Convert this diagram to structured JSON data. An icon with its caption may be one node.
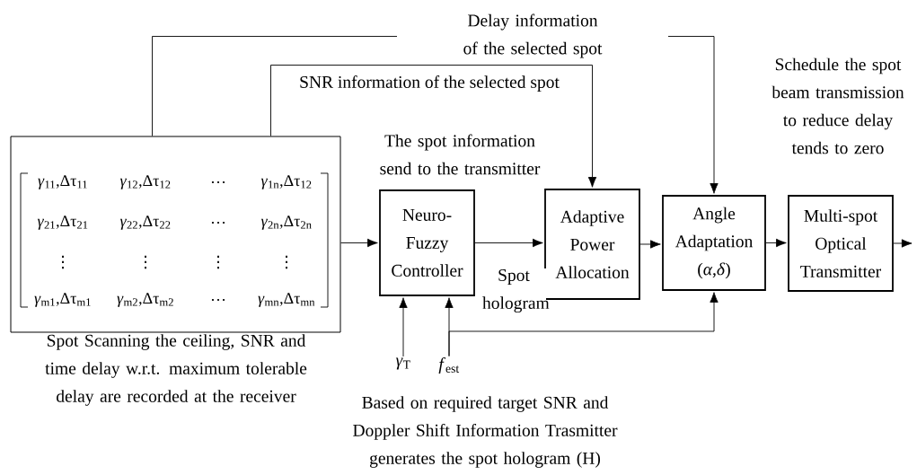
{
  "diagram": {
    "nodes": [
      {
        "text": [
          "*γ*$_{11}$,Δτ$_{11}$",
          "*γ*$_{12}$,Δτ$_{12}$",
          "…",
          "*γ*$_{1n}$,Δτ$_{12}$",
          "*γ*$_{21}$,Δτ$_{21}$",
          "*γ*$_{22}$,Δτ$_{22}$",
          "…",
          "*γ*$_{2n}$,Δτ$_{2n}$",
          "⋮",
          "⋮",
          "⋮",
          "⋮",
          "*γ*$_{m1}$,Δτ$_{m1}$",
          "*γ*$_{m2}$,Δτ$_{m2}$",
          "…",
          "*γ*$_{mn}$,Δτ$_{mn}$"
        ],
        "beside": [
          "Spot Scanning the ceiling, SNR and time delay w.r.t. maximum tolerable delay are recorded at the receiver"
        ]
      },
      {
        "text": [
          "Neuro-Fuzzy Controller"
        ]
      },
      {
        "text": [
          "Adaptive Power Allocation"
        ]
      },
      {
        "text": [
          "Angle Adaptation (*α*,*δ*)"
        ]
      },
      {
        "text": [
          "Multi-spot Optical Transmitter"
        ],
        "beside": [
          "Schedule the spot beam transmission to reduce delay tends to zero"
        ]
      },
      {
        "text": [
          "*γ*$_{T}$"
        ]
      },
      {
        "text": [
          "*f*$_{est}$"
        ]
      }
    ],
    "edges": [
      {
        "from": 0,
        "to": 1,
        "arrow": "to"
      },
      {
        "from": 0,
        "to": 2,
        "arrow": "to",
        "label": "SNR information of the selected spot"
      },
      {
        "from": 0,
        "to": 3,
        "arrow": "to",
        "label": "Delay information of the selected spot"
      },
      {
        "from": 1,
        "to": 2,
        "arrow": "to",
        "label": "Spot hologram"
      },
      {
        "from": 2,
        "to": 3,
        "arrow": "to"
      },
      {
        "from": 3,
        "to": 4,
        "arrow": "to"
      },
      {
        "from": 4,
        "to": null,
        "arrow": "to"
      },
      {
        "from": 5,
        "to": 1,
        "arrow": "to"
      },
      {
        "from": 6,
        "to": 1,
        "arrow": "to"
      },
      {
        "from": 6,
        "to": 3,
        "arrow": "to"
      }
    ],
    "labels": [
      "The spot information send to the transmitter",
      "Based on required target SNR and Doppler Shift Information Trasmitter generates the spot hologram (H)"
    ]
  }
}
